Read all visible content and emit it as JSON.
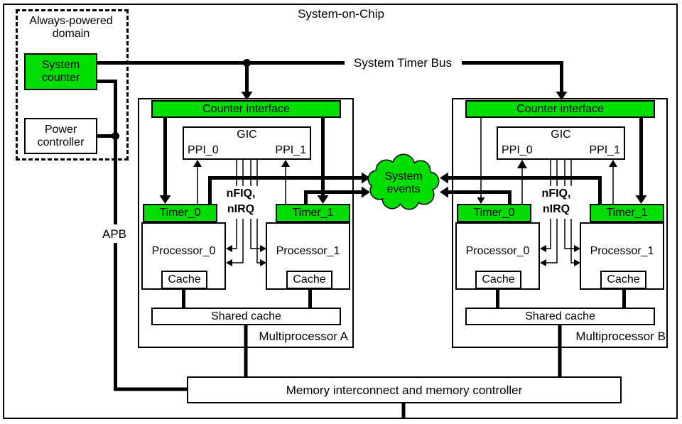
{
  "title": "System-on-Chip",
  "always_powered": {
    "label": "Always-powered domain",
    "system_counter": "System counter",
    "power_controller": "Power controller"
  },
  "system_timer_bus": "System Timer Bus",
  "apb": "APB",
  "system_events": {
    "line1": "System",
    "line2": "events"
  },
  "multiprocessors": [
    {
      "name": "Multiprocessor A",
      "counter_interface": "Counter interface",
      "gic": "GIC",
      "ppi_0": "PPI_0",
      "ppi_1": "PPI_1",
      "nfiq": "nFIQ,",
      "nirq": "nIRQ",
      "timer_0": "Timer_0",
      "timer_1": "Timer_1",
      "processor_0": "Processor_0",
      "processor_1": "Processor_1",
      "cache_0": "Cache",
      "cache_1": "Cache",
      "shared_cache": "Shared cache"
    },
    {
      "name": "Multiprocessor B",
      "counter_interface": "Counter interface",
      "gic": "GIC",
      "ppi_0": "PPI_0",
      "ppi_1": "PPI_1",
      "nfiq": "nFIQ,",
      "nirq": "nIRQ",
      "timer_0": "Timer_0",
      "timer_1": "Timer_1",
      "processor_0": "Processor_0",
      "processor_1": "Processor_1",
      "cache_0": "Cache",
      "cache_1": "Cache",
      "shared_cache": "Shared cache"
    }
  ],
  "memory_controller": "Memory interconnect and memory controller",
  "colors": {
    "block_green": "#00dd00",
    "line_black": "#000000"
  }
}
